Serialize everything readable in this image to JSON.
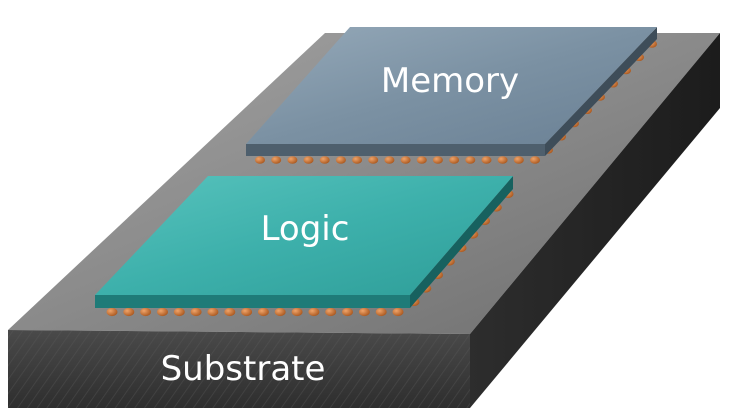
{
  "diagram": {
    "layers": {
      "substrate": {
        "label": "Substrate",
        "colors": {
          "top": "#8c8c8c",
          "front": "#3a3a3a",
          "side": "#262626"
        }
      },
      "memory": {
        "label": "Memory",
        "colors": {
          "top": "#7e95a8",
          "edge": "#4e5f6d"
        }
      },
      "logic": {
        "label": "Logic",
        "colors": {
          "top": "#3fb2ad",
          "edge": "#1f7b78"
        }
      }
    },
    "bump_color": "#c8733a"
  }
}
